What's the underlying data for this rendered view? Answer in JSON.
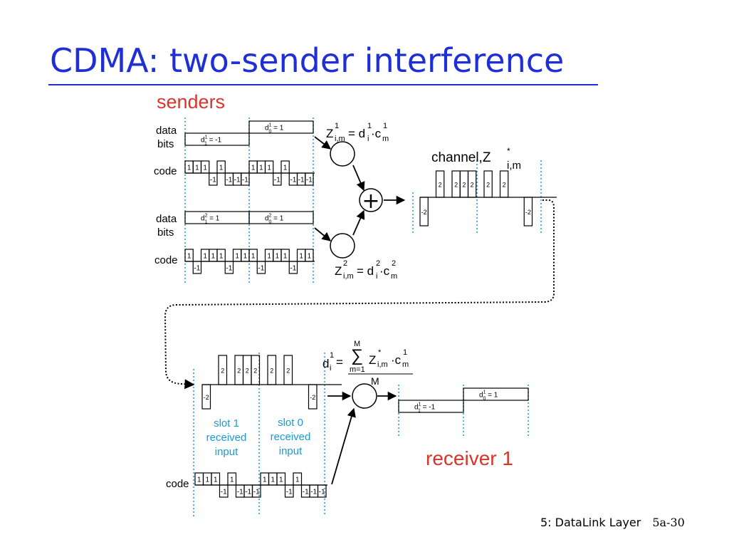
{
  "title": "CDMA: two-sender interference",
  "labels": {
    "senders": "senders",
    "data": "data",
    "bits": "bits",
    "code": "code",
    "channel": "channel,Z",
    "receiver": "receiver 1",
    "slot1": [
      "slot 1",
      "received",
      "input"
    ],
    "slot0": [
      "slot 0",
      "received",
      "input"
    ],
    "plus": "+",
    "m_label": "M"
  },
  "formulas": {
    "z1": "Z1i,m = d1i·c1m",
    "z2": "Z2i,m = d2i·c2m",
    "d1": "d1i = Σ(m=1..M) Z*i,m·c1m / M"
  },
  "sender1": {
    "bits": [
      {
        "label": "d1 = -1",
        "sub": "1",
        "sup": "1",
        "value": -1
      },
      {
        "label": "d0 = 1",
        "sub": "0",
        "sup": "1",
        "value": 1
      }
    ],
    "code": [
      1,
      1,
      1,
      -1,
      1,
      -1,
      -1,
      -1
    ]
  },
  "sender2": {
    "bits": [
      {
        "label": "d1 = 1",
        "sub": "1",
        "sup": "2",
        "value": 1
      },
      {
        "label": "d0 = 1",
        "sub": "0",
        "sup": "2",
        "value": 1
      }
    ],
    "code": [
      1,
      -1,
      1,
      1,
      1,
      -1,
      1,
      1
    ]
  },
  "channel_values": [
    -2,
    0,
    2,
    0,
    2,
    2,
    2,
    0,
    2,
    0,
    2,
    0,
    0,
    -2,
    0,
    0
  ],
  "receiver": {
    "bits": [
      {
        "label": "d1 = -1",
        "sub": "1",
        "sup": "1",
        "value": -1
      },
      {
        "label": "d0 = 1",
        "sub": "0",
        "sup": "1",
        "value": 1
      }
    ],
    "code": [
      1,
      1,
      1,
      -1,
      1,
      -1,
      -1,
      -1
    ]
  },
  "footer": {
    "chapter": "5: DataLink Layer",
    "page": "5a-30"
  },
  "colors": {
    "title": "#1f2fd8",
    "red": "#d9342b",
    "cyan": "#1a9ad6",
    "ink": "#000000"
  }
}
